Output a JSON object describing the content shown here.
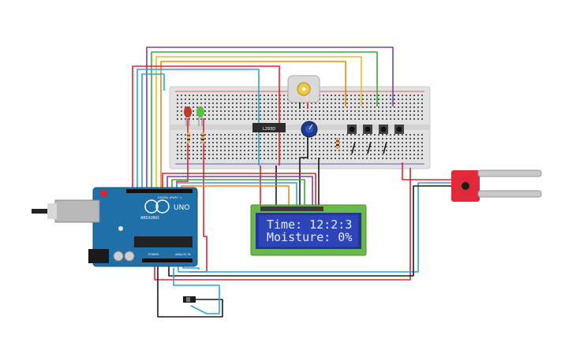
{
  "lcd": {
    "line1": "Time: 12:2:3",
    "line2": "Moisture: 0%"
  },
  "arduino": {
    "model": "UNO",
    "brand": "ARDUINO",
    "header_digital": "DIGITAL (PWM ~)",
    "header_power": "POWER",
    "header_analog": "ANALOG IN"
  },
  "motor_driver": {
    "label": "L293D"
  },
  "colors": {
    "breadboard": "#e4e4e4",
    "arduino_board": "#1f6fa8",
    "lcd_bezel": "#69b84a",
    "lcd_screen": "#2d45b8",
    "sensor_board": "#e02a3a",
    "wire_red": "#e0222e",
    "wire_black": "#1a1a1a",
    "wire_blue": "#2aa3d8",
    "wire_green": "#3ba83b",
    "wire_orange": "#e8891c",
    "wire_yellow": "#e8c020",
    "wire_purple": "#7b3fa0"
  }
}
